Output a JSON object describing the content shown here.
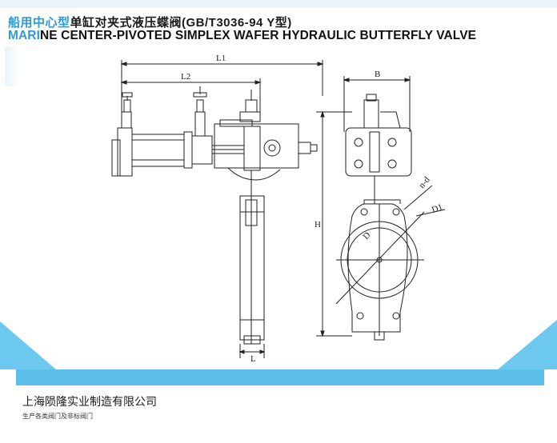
{
  "title": {
    "cn_highlight": "船用中心型",
    "cn_rest": "单缸对夹式液压蝶阀(GB/T3036-94 Y型)",
    "en_highlight": "MARI",
    "en_rest": "NE CENTER-PIVOTED SIMPLEX WAFER HYDRAULIC BUTTERFLY VALVE"
  },
  "drawing": {
    "dims": {
      "l1": "L1",
      "l2": "L2",
      "l": "L",
      "h": "H",
      "b": "B",
      "nd": "n-d",
      "d1": "D1",
      "d": "D"
    }
  },
  "footer": {
    "company": "上海陨隆实业制造有限公司",
    "tagline": "生产各类阀门及非标阀门"
  },
  "colors": {
    "accent": "#2e9bd6",
    "band": "#5bbfe9",
    "line": "#222222"
  }
}
